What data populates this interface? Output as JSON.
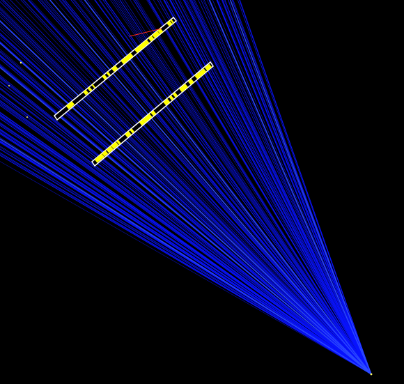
{
  "colors": {
    "background": "#000000",
    "ray": "#0a14ff",
    "ray_bright": "#2e4bff",
    "detector_fill": "#ffff00",
    "detector_outline": "#ffffff",
    "secondary_track": "#ff2a1a",
    "hit_marker": "#ffff66"
  },
  "scene": {
    "vertex_icon": "convergence-point",
    "detector_count": 2,
    "hit_marker_count": 4
  }
}
